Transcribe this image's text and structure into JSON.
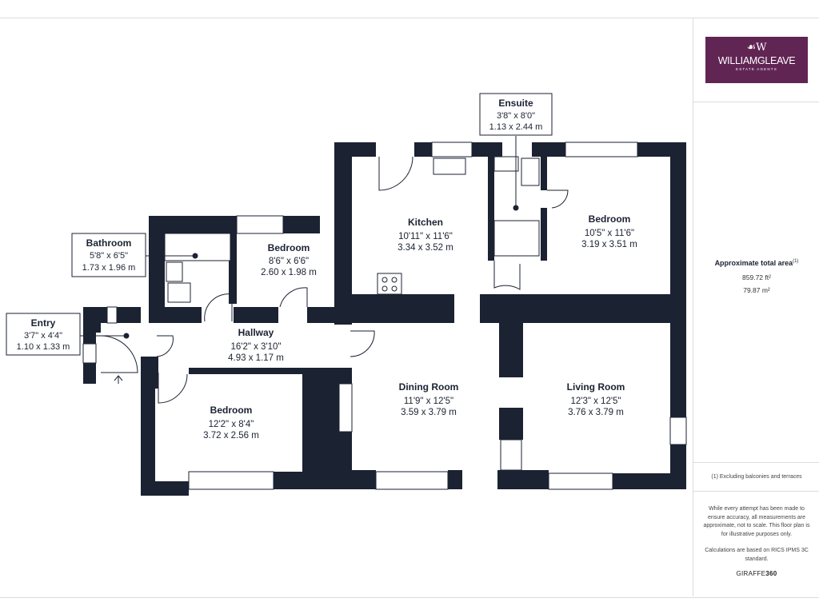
{
  "brand": {
    "logo_mark": "☙W",
    "logo_name": "WILLIAMGLEAVE",
    "logo_sub": "ESTATE AGENTS"
  },
  "area": {
    "title": "Approximate total area",
    "title_note": "(1)",
    "sqft": "859.72 ft²",
    "sqm": "79.87 m²"
  },
  "notes": {
    "footnote": "(1) Excluding balconies and terraces",
    "disclaimer": "While every attempt has been made to ensure accuracy, all measurements are approximate, not to scale. This floor plan is for illustrative purposes only.",
    "calc": "Calculations are based on RICS IPMS 3C standard.",
    "giraffe": "GIRAFFE",
    "giraffe_num": "360"
  },
  "rooms": {
    "kitchen": {
      "name": "Kitchen",
      "imperial": "10'11\" x 11'6\"",
      "metric": "3.34 x 3.52 m"
    },
    "bedroom_ne": {
      "name": "Bedroom",
      "imperial": "10'5\" x 11'6\"",
      "metric": "3.19 x 3.51 m"
    },
    "bedroom_small": {
      "name": "Bedroom",
      "imperial": "8'6\" x 6'6\"",
      "metric": "2.60 x 1.98 m"
    },
    "hallway": {
      "name": "Hallway",
      "imperial": "16'2\" x 3'10\"",
      "metric": "4.93 x 1.17 m"
    },
    "dining": {
      "name": "Dining Room",
      "imperial": "11'9\" x 12'5\"",
      "metric": "3.59 x 3.79 m"
    },
    "living": {
      "name": "Living Room",
      "imperial": "12'3\" x 12'5\"",
      "metric": "3.76 x 3.79 m"
    },
    "bedroom_sw": {
      "name": "Bedroom",
      "imperial": "12'2\" x 8'4\"",
      "metric": "3.72 x 2.56 m"
    },
    "ensuite": {
      "name": "Ensuite",
      "imperial": "3'8\" x 8'0\"",
      "metric": "1.13 x 2.44 m"
    },
    "bathroom": {
      "name": "Bathroom",
      "imperial": "5'8\" x 6'5\"",
      "metric": "1.73 x 1.96 m"
    },
    "entry": {
      "name": "Entry",
      "imperial": "3'7\" x 4'4\"",
      "metric": "1.10 x 1.33 m"
    }
  },
  "colors": {
    "wall": "#1b2232",
    "brand": "#612554"
  }
}
